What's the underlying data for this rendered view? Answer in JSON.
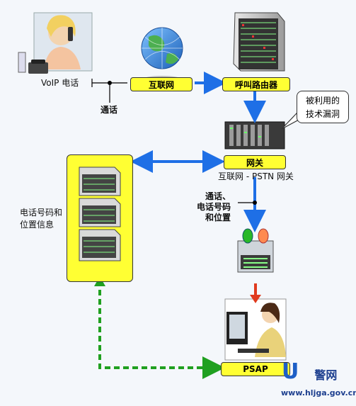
{
  "nodes": {
    "voip_phone_label": "VoIP 电话",
    "internet": "互联网",
    "call_router": "呼叫路由器",
    "exploit_callout": [
      "被利用的",
      "技术漏洞"
    ],
    "gateway": "网关",
    "gateway_sub": "互联网 - PSTN 网关",
    "call_label": "通话",
    "db_label": [
      "电话号码和",
      "位置信息"
    ],
    "call_info_label": [
      "通话、",
      "电话号码",
      "和位置"
    ],
    "psap": "PSAP"
  },
  "watermark": {
    "logo_letters": "U",
    "logo_chars": "警网",
    "url": "www.hljga.gov.cn"
  },
  "colors": {
    "link_blue": "#1e6fe6",
    "tag_yellow": "#ffff33",
    "data_link_green": "#20a020",
    "alert_red": "#e03a1e"
  }
}
